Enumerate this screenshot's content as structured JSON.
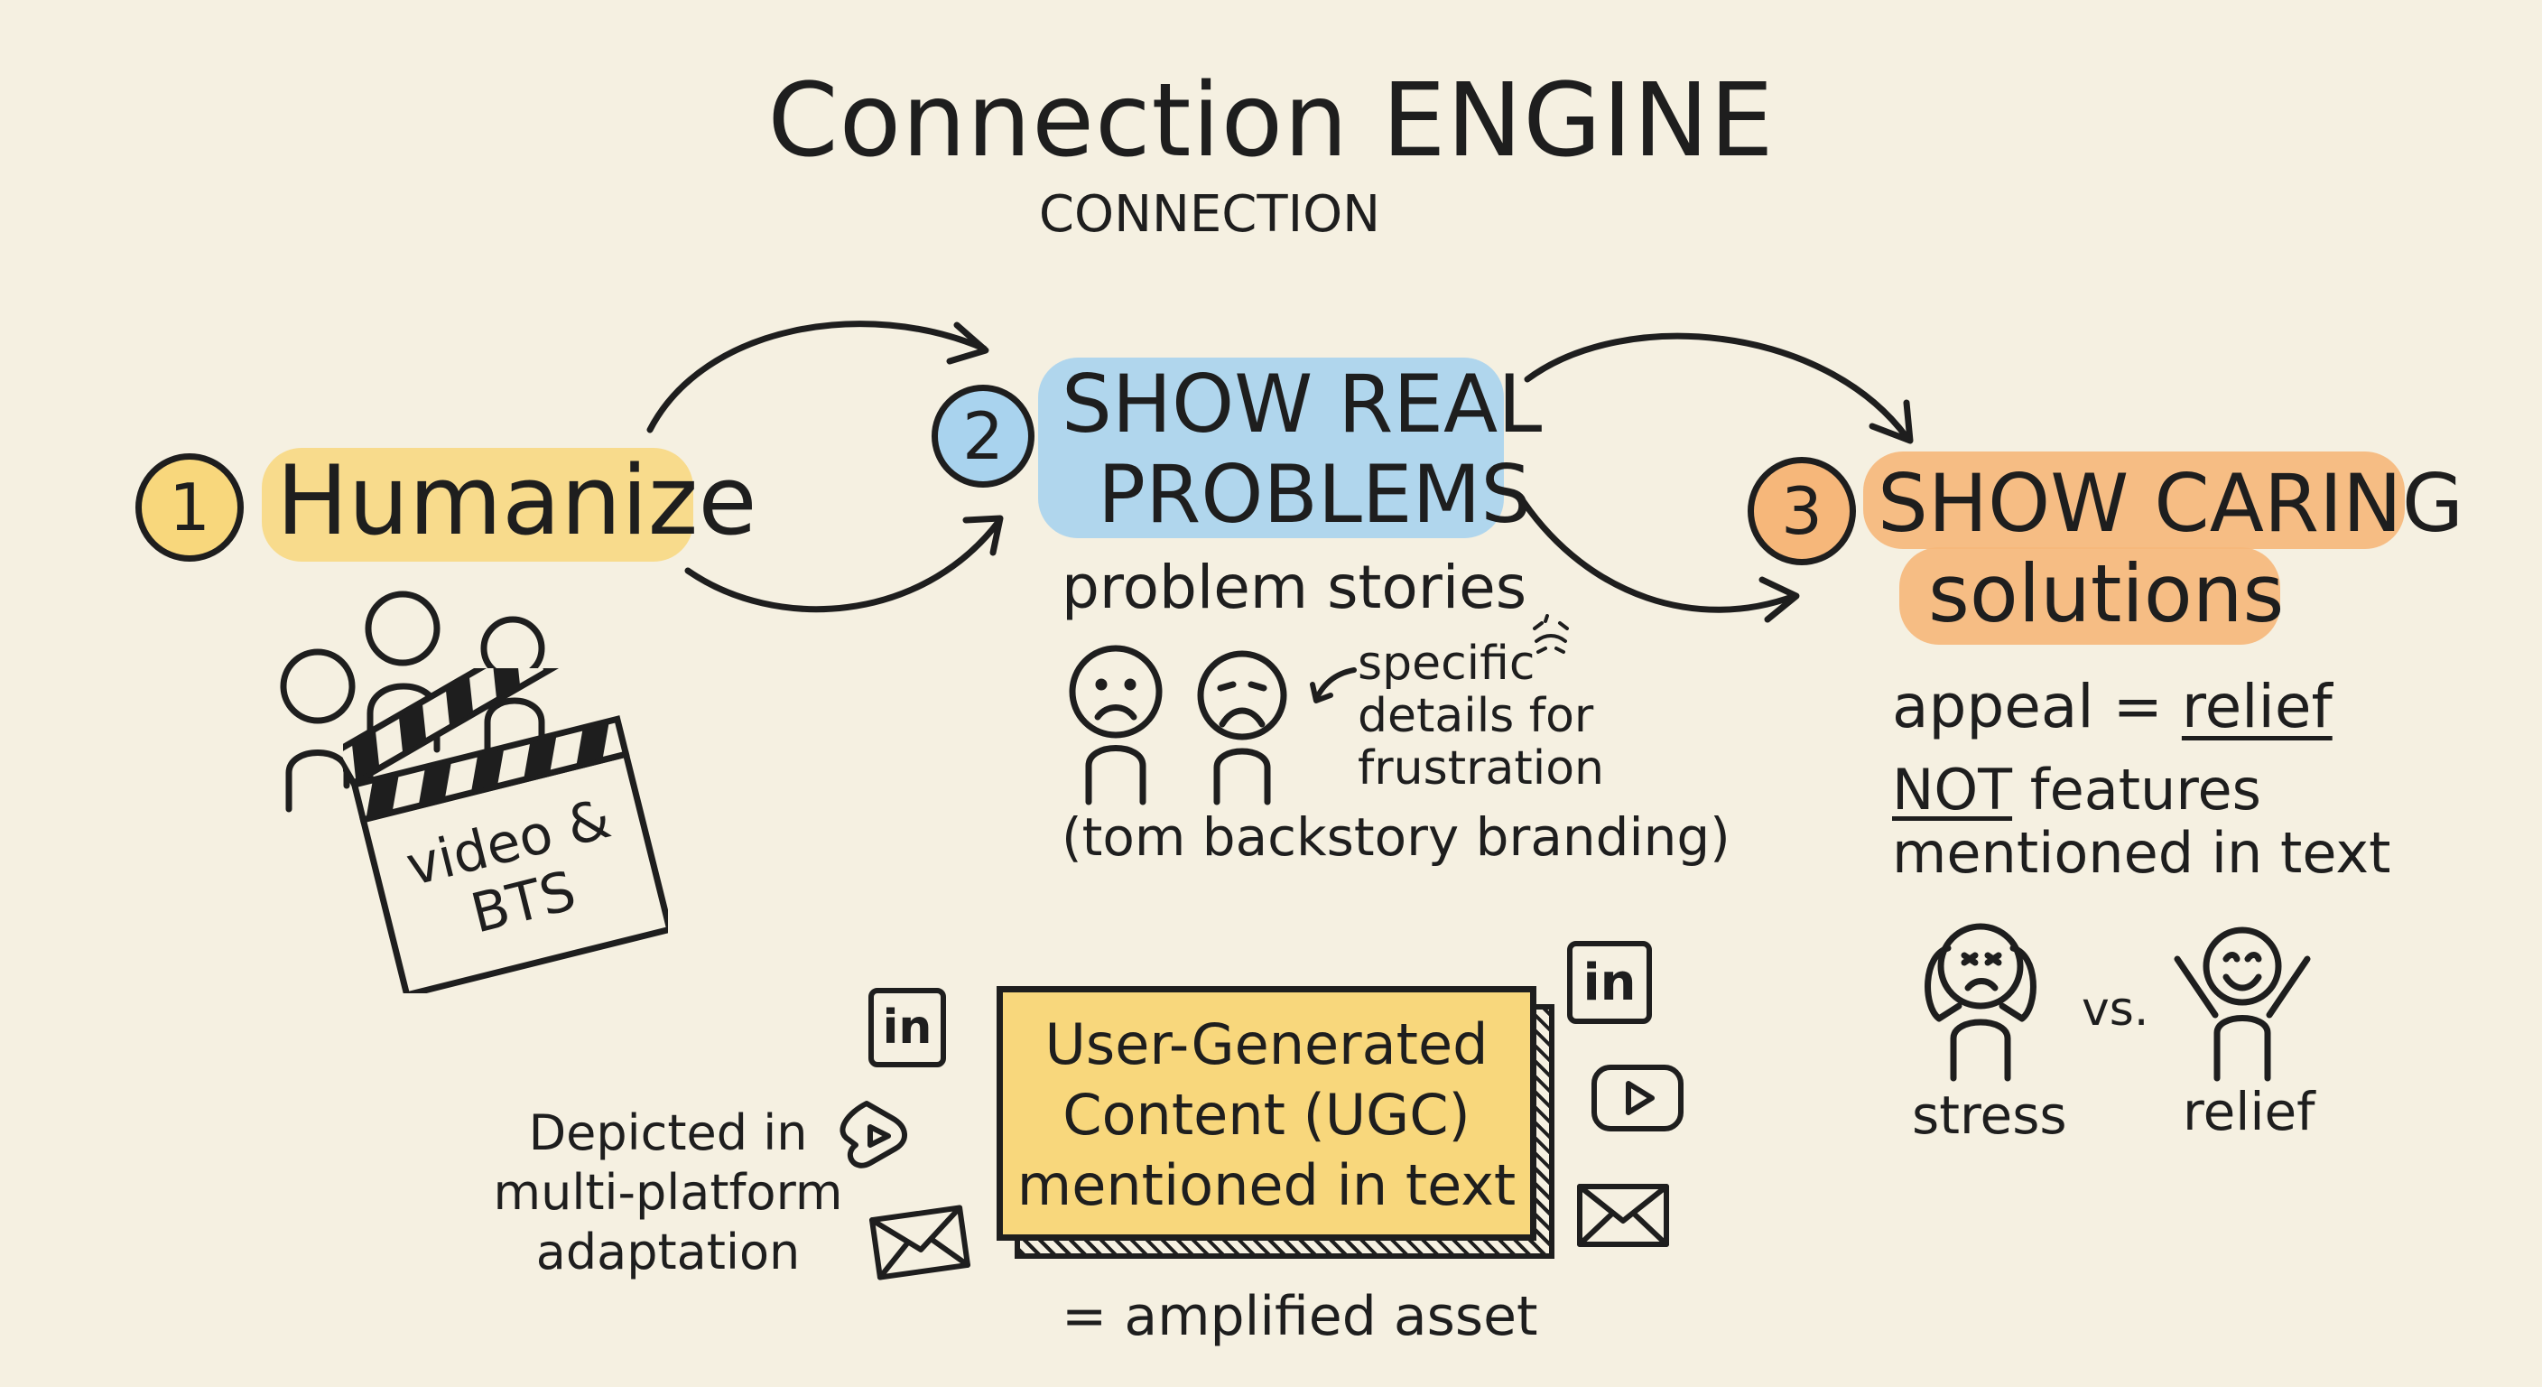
{
  "title": "Connection ENGINE",
  "subtitle": "CONNECTION",
  "colors": {
    "yellow_highlight": "#f8d77c",
    "blue_highlight": "#a9d3ee",
    "orange_highlight": "#f6b77a",
    "ink": "#1e1e1e",
    "background": "#f5f0e1"
  },
  "steps": [
    {
      "number": "1",
      "label": "Humanize"
    },
    {
      "number": "2",
      "label_line1": "SHOW REAL",
      "label_line2": "PROBLEMS"
    },
    {
      "number": "3",
      "label_line1": "SHOW CARING",
      "label_line2": "solutions"
    }
  ],
  "step1": {
    "clapboard_text": "video &\nBTS",
    "icons": [
      "people-icon",
      "clapperboard-icon"
    ]
  },
  "step2": {
    "caption": "problem stories",
    "note": "specific\ndetails for\nfrustration",
    "backstory": "(tom backstory branding)",
    "icons": [
      "sad-face-icon",
      "frustrated-face-icon"
    ]
  },
  "step3": {
    "appeal_prefix": "appeal = ",
    "appeal_word": "relief",
    "not_word": "NOT",
    "features_rest": " features",
    "mentioned": "mentioned in text",
    "stress_label": "stress",
    "vs_label": "vs.",
    "relief_label": "relief",
    "icons": [
      "stressed-person-icon",
      "happy-person-icon"
    ]
  },
  "ugc": {
    "box_text": "User-Generated\nContent (UGC)\nmentioned in text",
    "amplified": "= amplified asset",
    "depicted": "Depicted in\nmulti-platform\nadaptation",
    "platform_icons": [
      "linkedin-icon",
      "youtube-icon",
      "email-icon"
    ],
    "linkedin_text": "in"
  }
}
